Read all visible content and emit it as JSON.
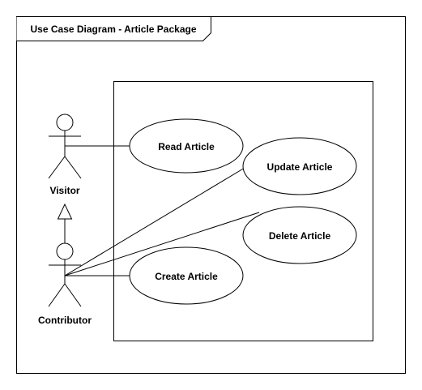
{
  "frame": {
    "title": "Use Case Diagram - Article Package"
  },
  "actors": {
    "visitor": {
      "name": "Visitor"
    },
    "contributor": {
      "name": "Contributor"
    }
  },
  "use_cases": [
    {
      "id": "read",
      "label": "Read Article"
    },
    {
      "id": "update",
      "label": "Update Article"
    },
    {
      "id": "delete",
      "label": "Delete Article"
    },
    {
      "id": "create",
      "label": "Create Article"
    }
  ],
  "relationships": [
    {
      "type": "association",
      "from": "Visitor",
      "to": "Read Article"
    },
    {
      "type": "association",
      "from": "Contributor",
      "to": "Update Article"
    },
    {
      "type": "association",
      "from": "Contributor",
      "to": "Delete Article"
    },
    {
      "type": "association",
      "from": "Contributor",
      "to": "Create Article"
    },
    {
      "type": "generalization",
      "from": "Contributor",
      "to": "Visitor"
    }
  ],
  "colors": {
    "stroke": "#000000",
    "background": "#ffffff"
  }
}
